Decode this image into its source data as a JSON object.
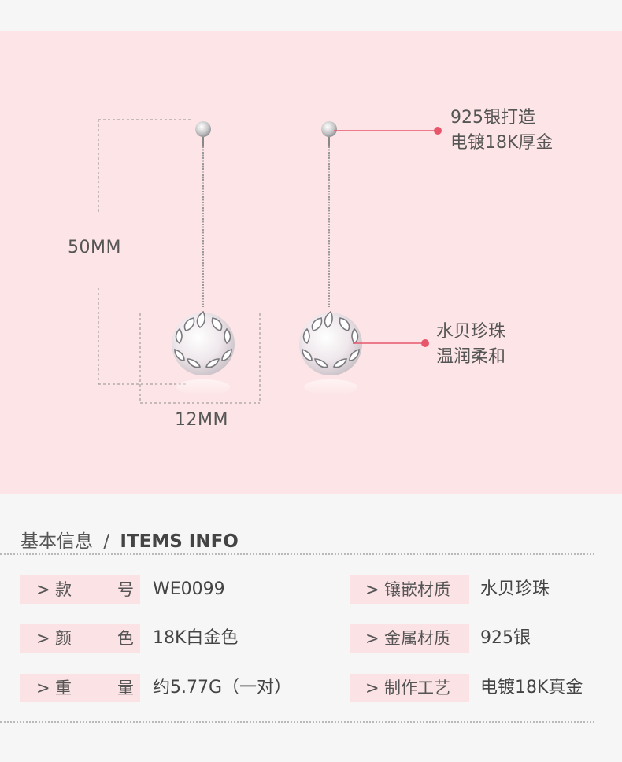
{
  "hero": {
    "dimension_height": "50MM",
    "dimension_width": "12MM",
    "callout_material": {
      "line1": "925银打造",
      "line2": "电镀18K厚金"
    },
    "callout_pearl": {
      "line1": "水贝珍珠",
      "line2": "温润柔和"
    },
    "accent_color": "#e8566b"
  },
  "info": {
    "title_cn": "基本信息",
    "title_sep": "/",
    "title_en": "ITEMS INFO",
    "arrow": ">",
    "left": [
      {
        "key_a": "款",
        "key_b": "号",
        "value": "WE0099"
      },
      {
        "key_a": "颜",
        "key_b": "色",
        "value": "18K白金色"
      },
      {
        "key_a": "重",
        "key_b": "量",
        "value": "约5.77G（一对）"
      }
    ],
    "right": [
      {
        "key": "镶嵌材质",
        "value": "水贝珍珠"
      },
      {
        "key": "金属材质",
        "value": "925银"
      },
      {
        "key": "制作工艺",
        "value": "电镀18K真金"
      }
    ]
  }
}
